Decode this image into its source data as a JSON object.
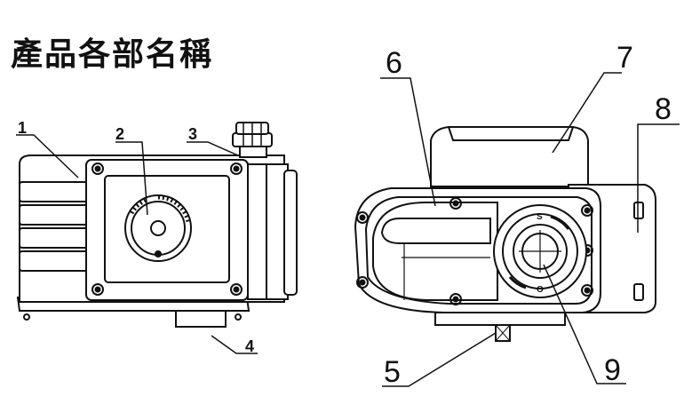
{
  "title": "產品各部名稱",
  "callouts": {
    "c1": "1",
    "c2": "2",
    "c3": "3",
    "c4": "4",
    "c5": "5",
    "c6": "6",
    "c7": "7",
    "c8": "8",
    "c9": "9"
  },
  "indicator_marks": {
    "shut": "S",
    "open": "O"
  }
}
